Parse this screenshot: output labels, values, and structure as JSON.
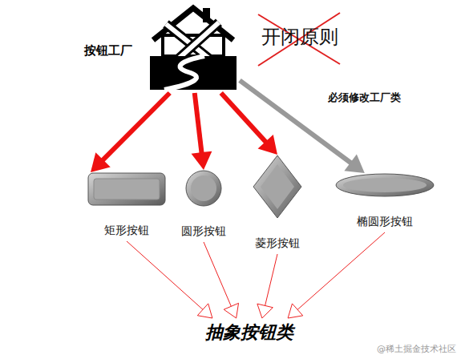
{
  "diagram": {
    "nodes": [
      {
        "text": [
          "按钮工厂"
        ]
      },
      {
        "text": [
          "矩形按钮"
        ]
      },
      {
        "text": [
          "圆形按钮"
        ]
      },
      {
        "text": [
          "菱形按钮"
        ]
      },
      {
        "text": [
          "椭圆形按钮"
        ]
      },
      {
        "text": [
          "抽象按钮类"
        ]
      }
    ],
    "edges": [
      {
        "from": 0,
        "to": 1,
        "arrow": "to"
      },
      {
        "from": 0,
        "to": 2,
        "arrow": "to"
      },
      {
        "from": 0,
        "to": 3,
        "arrow": "to"
      },
      {
        "from": 0,
        "to": 4,
        "label": "必须修改工厂类",
        "arrow": "to"
      },
      {
        "from": 1,
        "to": 5,
        "arrow": "to"
      },
      {
        "from": 2,
        "to": 5,
        "arrow": "to"
      },
      {
        "from": 3,
        "to": 5,
        "arrow": "to"
      },
      {
        "from": 4,
        "to": 5,
        "arrow": "to"
      }
    ],
    "labels": [
      "开闭原则",
      "@稀土掘金技术社区"
    ]
  }
}
